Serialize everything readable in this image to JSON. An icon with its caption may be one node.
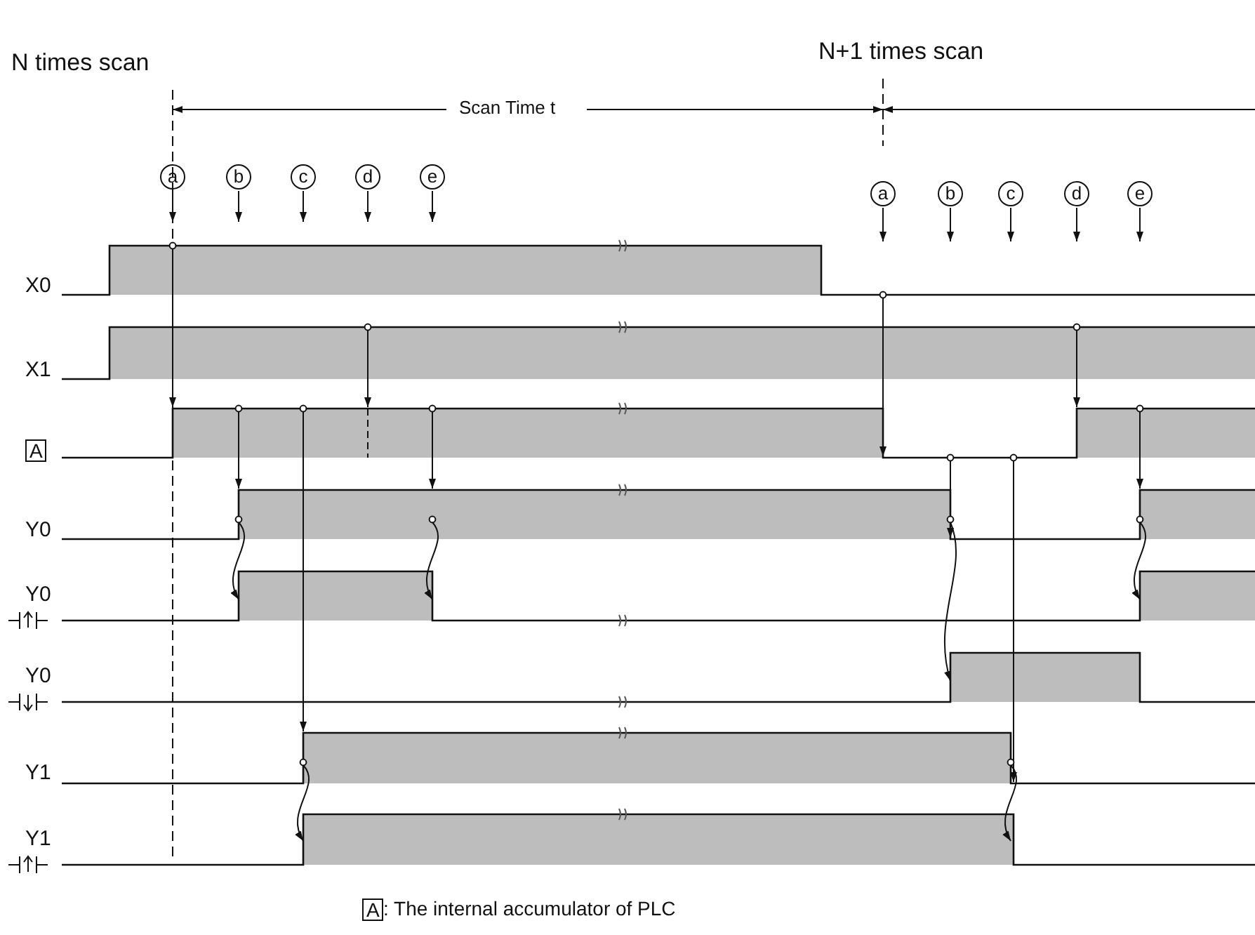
{
  "diagram": {
    "labels": [
      "N times scan",
      "N+1 times scan",
      "Scan Time t",
      "a",
      "b",
      "c",
      "d",
      "e",
      "a",
      "b",
      "c",
      "d",
      "e",
      "X0",
      "X1",
      "A",
      "Y0",
      "Y0",
      "Y0",
      "Y1",
      "Y1",
      "A",
      ": The internal accumulator of PLC"
    ]
  }
}
